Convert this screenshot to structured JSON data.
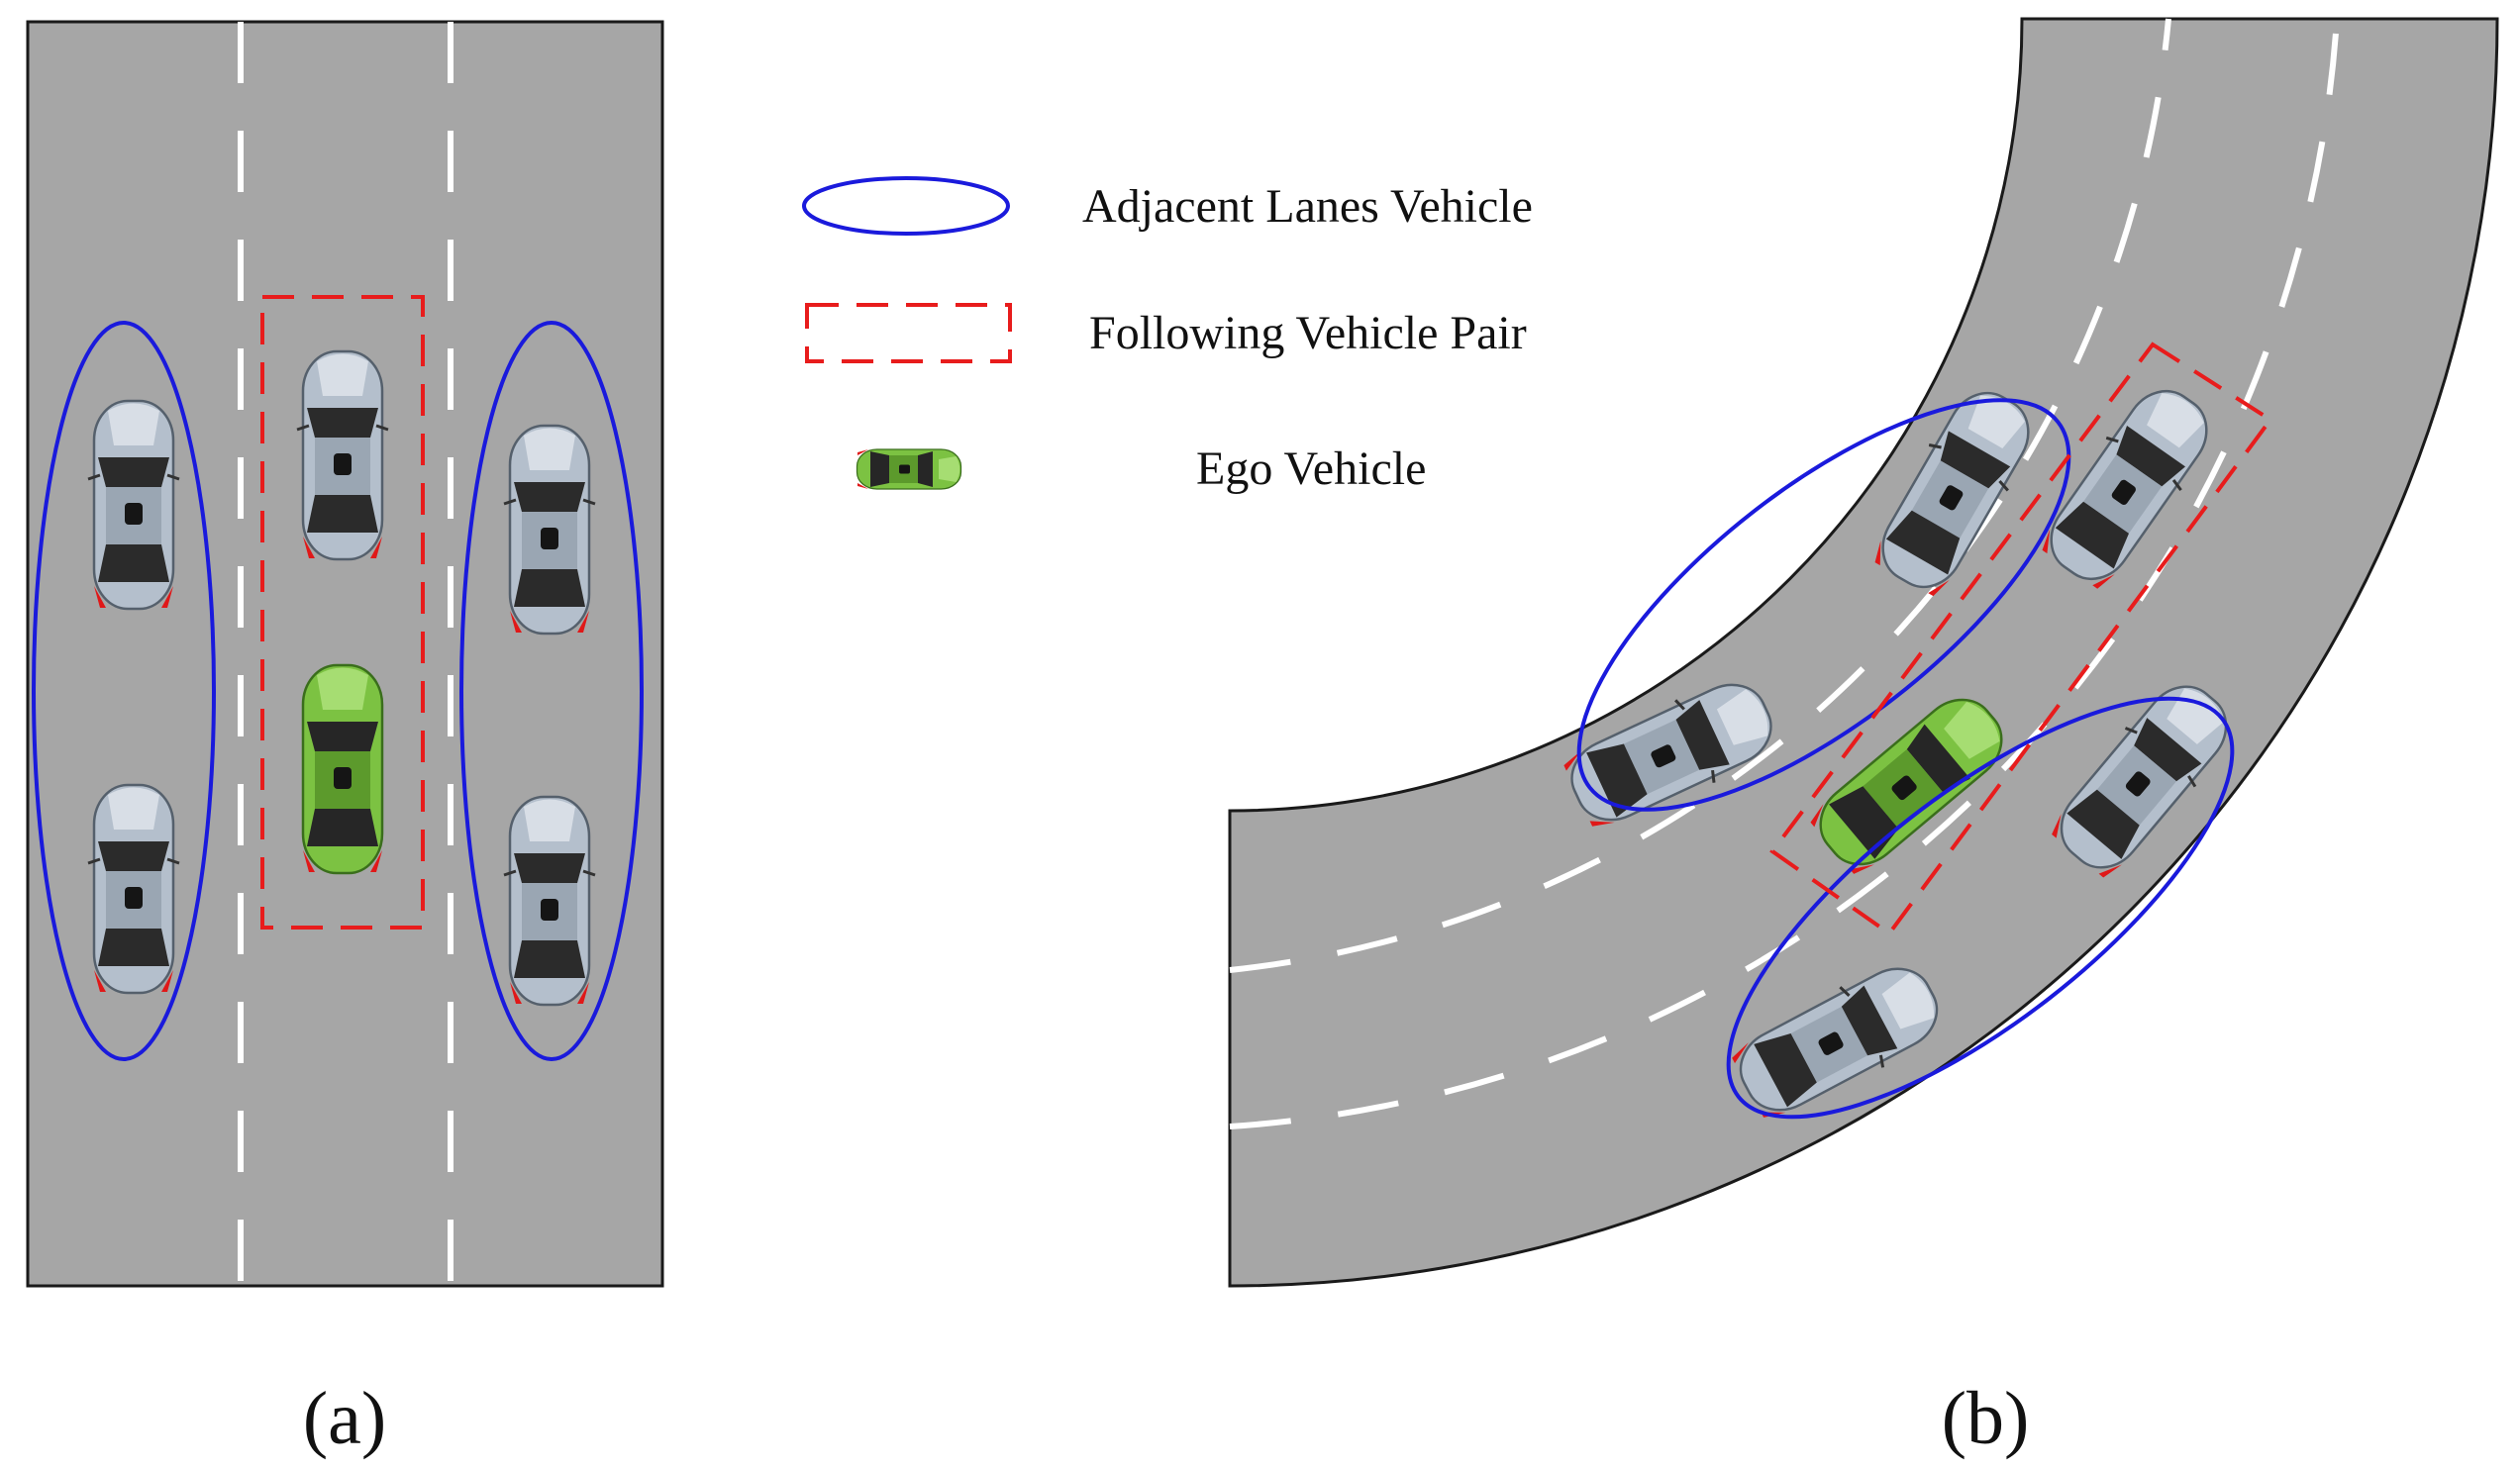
{
  "legend": {
    "adjacent_label": "Adjacent Lanes Vehicle",
    "following_label": "Following Vehicle Pair",
    "ego_label": "Ego Vehicle"
  },
  "captions": {
    "a": "(a)",
    "b": "(b)"
  },
  "colors": {
    "road": "#a6a6a6",
    "lane_marking": "#ffffff",
    "adjacent_ellipse": "#1a1adc",
    "following_box": "#e81c1c",
    "ego_body": "#7cc242",
    "vehicle_body": "#b4bfcc"
  },
  "icons": {
    "vehicle": "car-top-view-icon",
    "ego": "green-car-top-view-icon"
  }
}
